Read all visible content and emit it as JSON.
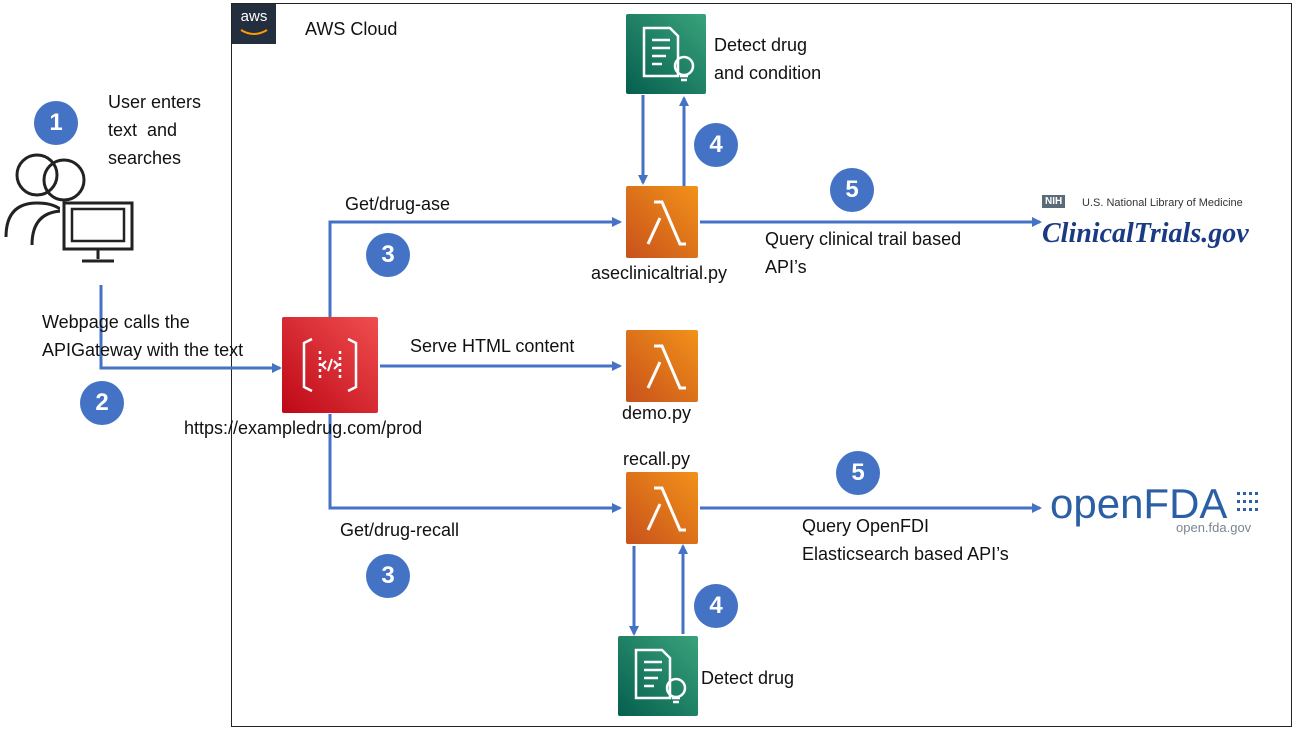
{
  "cloud": {
    "aws_logo": "aws",
    "title": "AWS Cloud"
  },
  "user": {
    "caption_l1": "User enters",
    "caption_l2": "text  and",
    "caption_l3": "searches"
  },
  "steps": {
    "s1": "1",
    "s2": "2",
    "s3a": "3",
    "s3b": "3",
    "s4a": "4",
    "s4b": "4",
    "s5a": "5",
    "s5b": "5"
  },
  "api": {
    "caption_l1": "Webpage calls the",
    "caption_l2": "APIGateway with the text",
    "url": "https://exampledrug.com/prod"
  },
  "routes": {
    "ase": "Get/drug-ase",
    "html": "Serve HTML content",
    "recall": "Get/drug-recall"
  },
  "lambdas": {
    "ase": "aseclinicaltrial.py",
    "demo": "demo.py",
    "recall": "recall.py"
  },
  "comprehend": {
    "top_l1": "Detect drug",
    "top_l2": "and condition",
    "bottom": "Detect drug"
  },
  "queries": {
    "ct_l1": "Query clinical trail based",
    "ct_l2": "API’s",
    "fda_l1": "Query OpenFDI",
    "fda_l2": "Elasticsearch based API’s"
  },
  "logos": {
    "nih": "NIH",
    "nlm": "U.S. National Library of Medicine",
    "clinicaltrials": "ClinicalTrials.gov",
    "openfda": "openFDA",
    "openfda_sub": "open.fda.gov"
  },
  "colors": {
    "arrow": "#4472c4",
    "badge": "#4472c4",
    "lambda": "#f2921a",
    "comprehend": "#1b8a6b",
    "apigw": "#e7252f"
  }
}
